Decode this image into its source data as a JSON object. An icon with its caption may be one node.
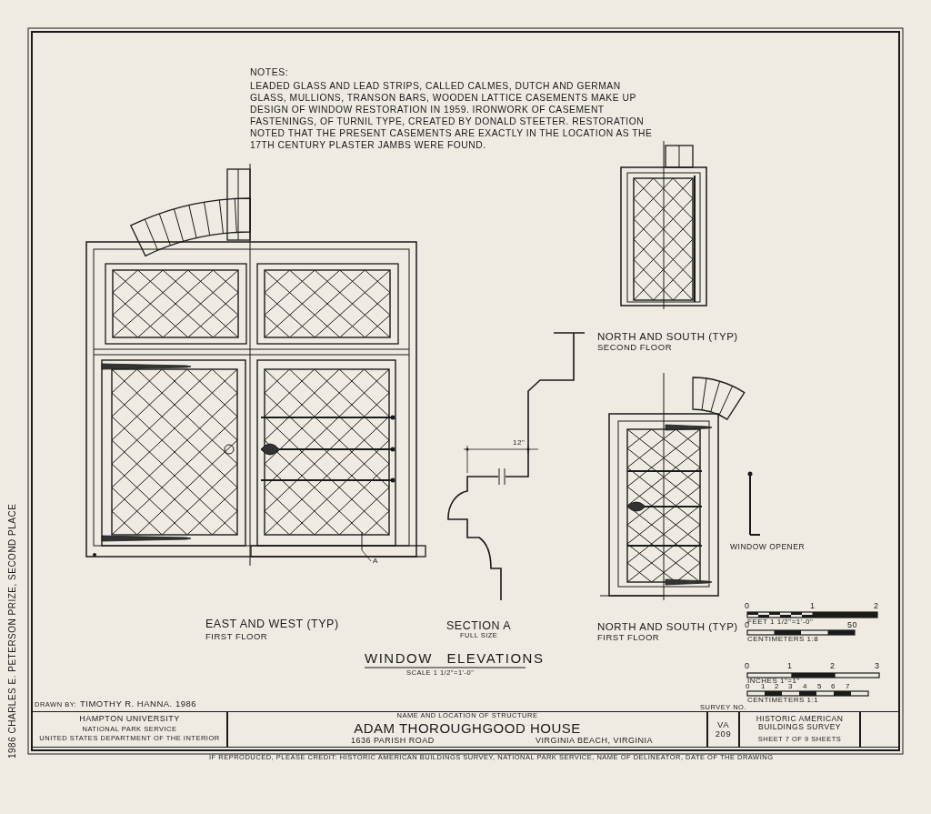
{
  "diagram": {
    "title": "WINDOW ELEVATIONS",
    "nodes": [
      {
        "text": [
          "HAMPTON UNIVERSITY",
          "NATIONAL PARK SERVICE",
          "UNITED STATES DEPARTMENT OF THE INTERIOR"
        ]
      },
      {
        "text": [
          "NAME AND LOCATION OF STRUCTURE",
          "ADAM THOROUGHGOOD HOUSE",
          "1636 PARISH ROAD",
          "VIRGINIA BEACH, VIRGINIA"
        ]
      },
      {
        "text": [
          "SURVEY NO.",
          "VA 209"
        ]
      },
      {
        "text": [
          "HISTORIC AMERICAN BUILDINGS SURVEY",
          "SHEET 7 OF 9 SHEETS"
        ]
      },
      {
        "text": [],
        "shape": "box"
      }
    ],
    "labels": [
      "NOTES:",
      "LEADED GLASS AND LEAD STRIPS, CALLED CALMES, DUTCH AND GERMAN GLASS, MULLIONS, TRANSON BARS, WOODEN LATTICE CASEMENTS MAKE UP DESIGN OF WINDOW RESTORATION IN 1959. IRONWORK OF CASEMENT FASTENINGS, OF TURNIL TYPE, CREATED BY DONALD STEETER. RESTORATION NOTED THAT THE PRESENT CASEMENTS ARE EXACTLY IN THE LOCATION AS THE 17TH CENTURY PLASTER JAMBS WERE FOUND.",
      "12\"",
      "A",
      "EAST AND WEST (TYP)",
      "FIRST FLOOR",
      "SECTION A",
      "FULL SIZE",
      "NORTH AND SOUTH (TYP)",
      "SECOND FLOOR",
      "NORTH AND SOUTH (TYP)",
      "FIRST FLOOR",
      "WINDOW OPENER",
      "SCALE 1 1/2\"=1'-0\"",
      "0",
      "1",
      "2",
      "FEET 1 1/2\"=1'-0\"",
      "0",
      "50",
      "CENTIMETERS 1:8",
      "0",
      "1",
      "2",
      "3",
      "INCHES 1\"=1\"",
      "0",
      "1",
      "2",
      "3",
      "4",
      "5",
      "6",
      "7",
      "CENTIMETERS 1:1",
      "DRAWN BY:",
      "TIMOTHY R. HANNA. 1986",
      "IF REPRODUCED, PLEASE CREDIT: HISTORIC AMERICAN BUILDINGS SURVEY, NATIONAL PARK SERVICE, NAME OF DELINEATOR, DATE OF THE DRAWING",
      "1986 CHARLES E. PETERSON PRIZE, SECOND PLACE"
    ]
  }
}
